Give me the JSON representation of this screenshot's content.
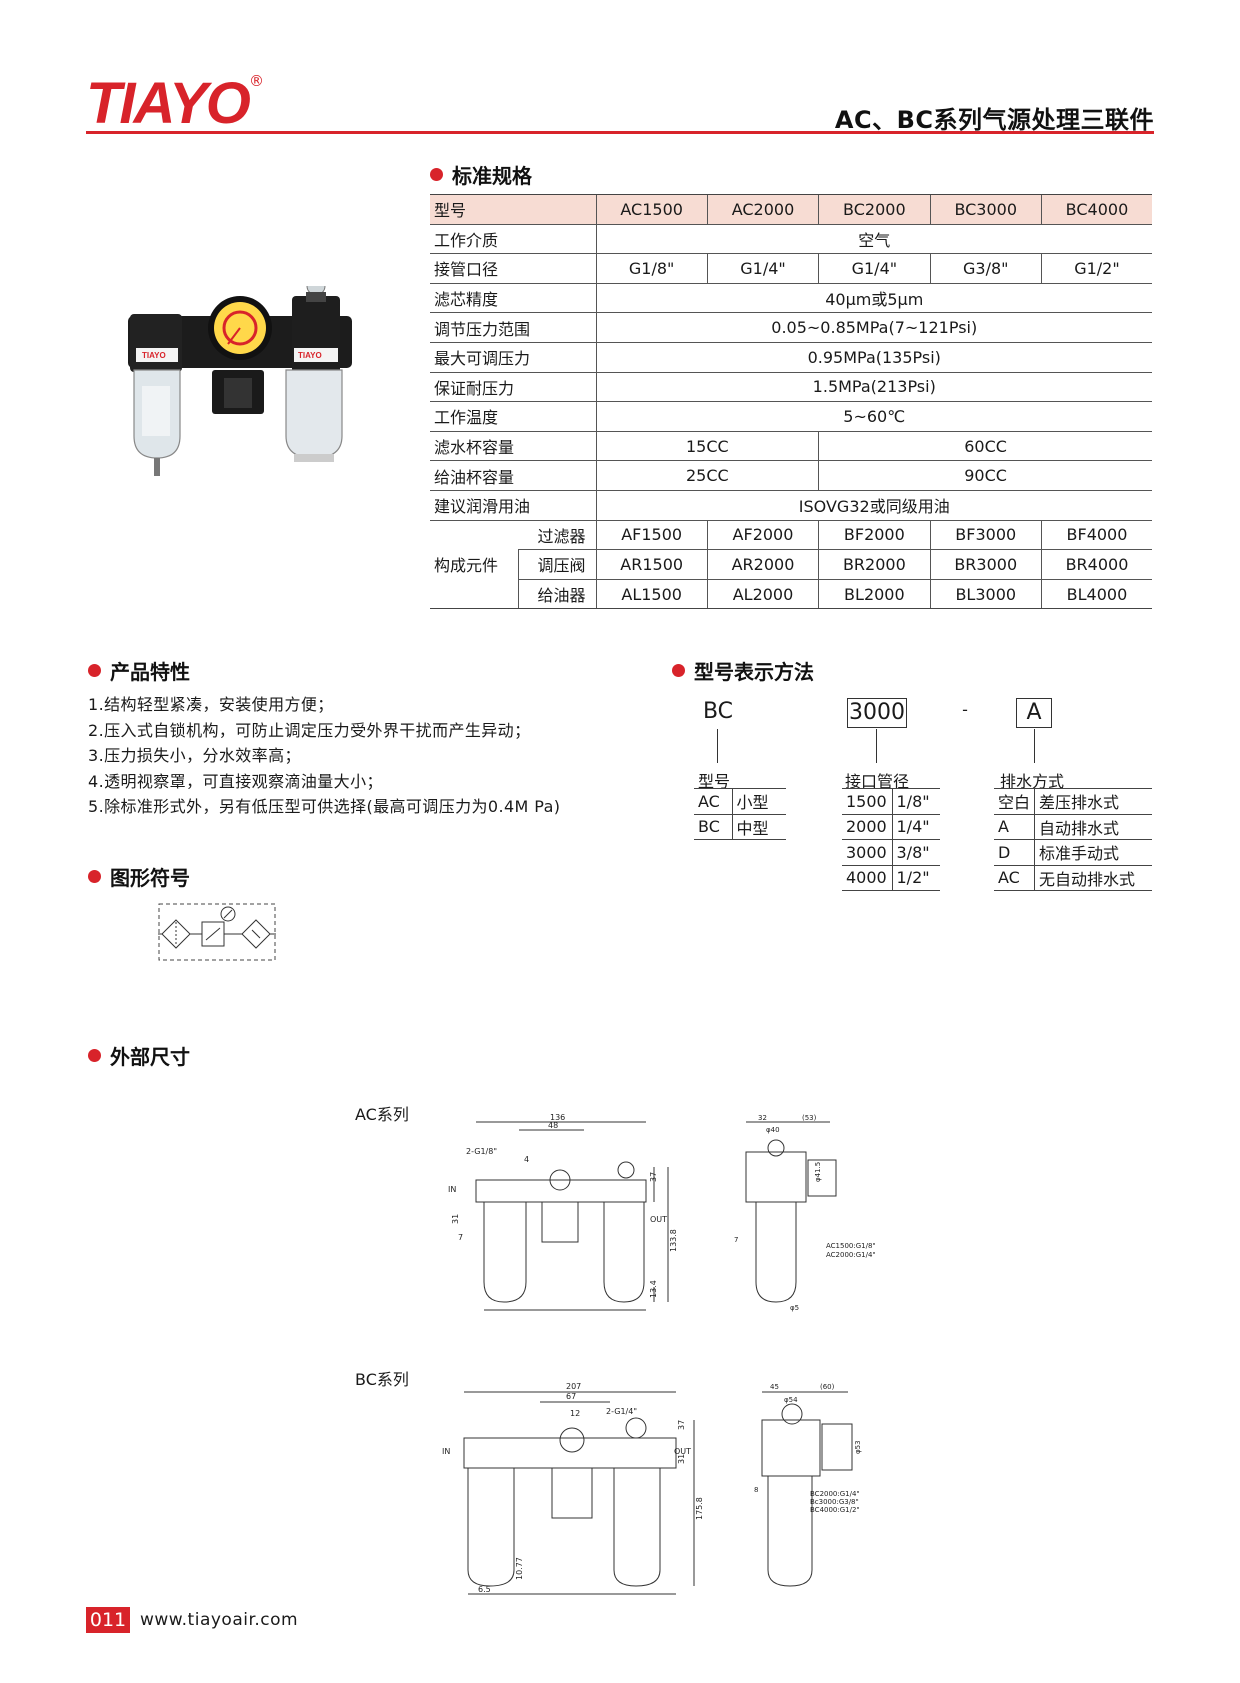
{
  "header": {
    "brand": "TIAYO",
    "registered": "®",
    "title": "AC、BC系列气源处理三联件"
  },
  "sections": {
    "spec": "标准规格",
    "features": "产品特性",
    "model_code": "型号表示方法",
    "symbol": "图形符号",
    "dimensions": "外部尺寸"
  },
  "photo": {
    "label_left": "TIAYO",
    "label_right": "TIAYO"
  },
  "spec_table": {
    "header_label": "型号",
    "models": [
      "AC1500",
      "AC2000",
      "BC2000",
      "BC3000",
      "BC4000"
    ],
    "medium": {
      "label": "工作介质",
      "value": "空气"
    },
    "port": {
      "label": "接管口径",
      "values": [
        "G1/8\"",
        "G1/4\"",
        "G1/4\"",
        "G3/8\"",
        "G1/2\""
      ]
    },
    "filtration": {
      "label": "滤芯精度",
      "value": "40μm或5μm"
    },
    "pressure_range": {
      "label": "调节压力范围",
      "value": "0.05~0.85MPa(7~121Psi)"
    },
    "max_pressure": {
      "label": "最大可调压力",
      "value": "0.95MPa(135Psi)"
    },
    "proof_pressure": {
      "label": "保证耐压力",
      "value": "1.5MPa(213Psi)"
    },
    "temperature": {
      "label": "工作温度",
      "value": "5~60℃"
    },
    "bowl_capacity": {
      "label": "滤水杯容量",
      "ac": "15CC",
      "bc": "60CC"
    },
    "oil_capacity": {
      "label": "给油杯容量",
      "ac": "25CC",
      "bc": "90CC"
    },
    "lubricant": {
      "label": "建议润滑用油",
      "value": "ISOVG32或同级用油"
    },
    "components": {
      "label": "构成元件",
      "filter": {
        "label": "过滤器",
        "values": [
          "AF1500",
          "AF2000",
          "BF2000",
          "BF3000",
          "BF4000"
        ]
      },
      "regulator": {
        "label": "调压阀",
        "values": [
          "AR1500",
          "AR2000",
          "BR2000",
          "BR3000",
          "BR4000"
        ]
      },
      "lubricator": {
        "label": "给油器",
        "values": [
          "AL1500",
          "AL2000",
          "BL2000",
          "BL3000",
          "BL4000"
        ]
      }
    }
  },
  "features": [
    "1.结构轻型紧凑，安装使用方便；",
    "2.压入式自锁机构，可防止调定压力受外界干扰而产生异动；",
    "3.压力损失小，分水效率高；",
    "4.透明视察罩，可直接观察滴油量大小；",
    "5.除标准形式外，另有低压型可供选择(最高可调压力为0.4M Pa)"
  ],
  "model_code": {
    "series_code": "BC",
    "size_code": "3000",
    "dash": "-",
    "drain_code": "A",
    "series": {
      "title": "型号",
      "rows": [
        [
          "AC",
          "小型"
        ],
        [
          "BC",
          "中型"
        ]
      ]
    },
    "port": {
      "title": "接口管径",
      "rows": [
        [
          "1500",
          "1/8\""
        ],
        [
          "2000",
          "1/4\""
        ],
        [
          "3000",
          "3/8\""
        ],
        [
          "4000",
          "1/2\""
        ]
      ]
    },
    "drain": {
      "title": "排水方式",
      "rows": [
        [
          "空白",
          "差压排水式"
        ],
        [
          "A",
          "自动排水式"
        ],
        [
          "D",
          "标准手动式"
        ],
        [
          "AC",
          "无自动排水式"
        ]
      ]
    }
  },
  "drawings": {
    "ac_label": "AC系列",
    "bc_label": "BC系列",
    "ac": {
      "width_total": "136",
      "width_mid": "48",
      "port": "2-G1/8\"",
      "dim_4": "4",
      "height_top": "37",
      "height_total": "133.8",
      "height_bottom": "13.4",
      "height_31": "31",
      "dim_7": "7",
      "in": "IN",
      "out": "OUT",
      "side_32": "32",
      "side_53": "(53)",
      "side_40": "φ40",
      "side_415": "φ41.5",
      "side_7": "7",
      "side_5": "φ5",
      "note1": "AC1500:G1/8\"",
      "note2": "AC2000:G1/4\""
    },
    "bc": {
      "width_total": "207",
      "width_mid": "67",
      "port": "2-G1/4\"",
      "dim_12": "12",
      "height_top": "37",
      "height_total": "175.8",
      "height_bottom": "10.77",
      "height_31": "31",
      "dim_65": "6.5",
      "in": "IN",
      "out": "OUT",
      "side_45": "45",
      "side_60": "(60)",
      "side_54": "φ54",
      "side_53": "φ53",
      "side_8": "8",
      "note1": "BC2000:G1/4\"",
      "note2": "Bc3000:G3/8\"",
      "note3": "BC4000:G1/2\""
    }
  },
  "footer": {
    "page": "011",
    "url": "www.tiayoair.com"
  }
}
